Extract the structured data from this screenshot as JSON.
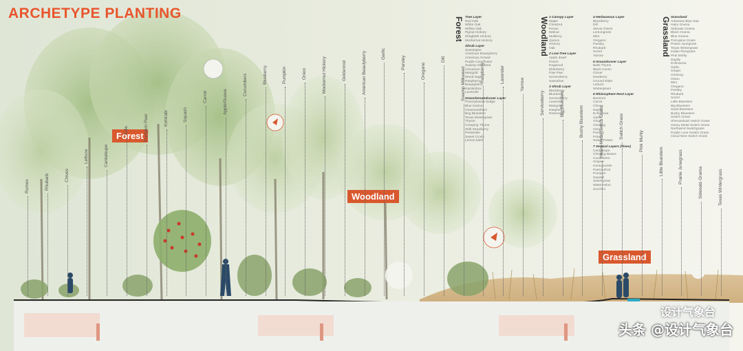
{
  "title": "ARCHETYPE PLANTING",
  "zones": {
    "forest": "Forest",
    "woodland": "Woodland",
    "grassland": "Grassland"
  },
  "plant_labels": [
    "Rumex",
    "Rhubarb",
    "Chives",
    "Lettuce",
    "Cantaloupe",
    "Kale",
    "Pumpkin Pear",
    "Kohlrabi",
    "Squash",
    "Carrot",
    "Apple/Guava",
    "Cucumbers",
    "Blueberry",
    "Pumpkin",
    "Onion",
    "Mockernut Hickory",
    "Goldenrod",
    "American Beautyberry",
    "Garlic",
    "Parsley",
    "Oregano",
    "Dill",
    "Swamp Milkweed",
    "Raspberry",
    "Lavender",
    "Yarrow",
    "Serviceberry",
    "Big Bluestem",
    "Bushy Bluestem",
    "Heavy Metal Switch Grass",
    "Switch Grass",
    "Pink Muhly",
    "Little Bluestem",
    "Prairie Junegrass",
    "Sideoats Grama",
    "Texas Wintergrass"
  ],
  "legend": {
    "forest": {
      "title": "Forest",
      "tree_layer_title": "Tree Layer",
      "tree_layer": [
        "Red Oak",
        "White Oak",
        "Willow Oak",
        "Pignut Hickory",
        "Shagbark Hickory",
        "Mockernut Hickory"
      ],
      "shrub_layer_title": "Shrub Layer",
      "shrub_layer": [
        "Sweetspire",
        "American beautyberry",
        "American Arrowd",
        "Purple Coneflower",
        "Swamp milkweed",
        "Cinnamon",
        "Marigold",
        "Wood sage",
        "Raspberry",
        "Beautyberry",
        "Gardenbox",
        "Lavender"
      ],
      "ground_title": "Grass/Groundcover Layer",
      "ground": [
        "Pennsylvania Sedge",
        "Blue Grama",
        "Chasmanthium",
        "Bog Bluestem",
        "Texas Wintergrass",
        "Thyme",
        "Creeping Thyme",
        "Wild Strawberry",
        "Periwinkle",
        "Sweet Cicely",
        "Lemon balm"
      ]
    },
    "woodland": {
      "title": "Woodland",
      "canopy_title": "1 Canopy Layer",
      "canopy": [
        "Maple",
        "Chestnut",
        "Pecan",
        "Walnut",
        "Mulberry",
        "Quince",
        "Hickory",
        "Oak"
      ],
      "lowtree_title": "2 Low-Tree Layer",
      "lowtree": [
        "Apple dwarf",
        "Peach",
        "Dogwood",
        "Elderberry",
        "Paw Paw",
        "Serviceberry",
        "Sassafras"
      ],
      "shrub_title": "3 Shrub Layer",
      "shrub": [
        "Blackberry",
        "Blueberry",
        "Serviceberry",
        "Lavender",
        "Marigold",
        "Raspberry",
        "Rosemary"
      ],
      "herb_title": "4 Herbaceous Layer",
      "herb": [
        "Blackberry",
        "Dill",
        "Stevia chives",
        "Lemongrass",
        "Mint",
        "Oregano",
        "Parsley",
        "Rhubarb",
        "Sorrel",
        "Yarrow"
      ],
      "groundcover_title": "5 Groundcover Layer",
      "groundcover": [
        "Basil Thyme",
        "Black Cumin",
        "Clover",
        "Dewberry",
        "Ground Elder",
        "Lettuce",
        "Wintergreen"
      ],
      "root_title": "6 Rhizosphere Root Layer",
      "root": [
        "Beetroot",
        "Carrot",
        "Chives",
        "Daylily",
        "Echinacea",
        "Garlic",
        "Ginger",
        "Ginseng",
        "Onion",
        "Parsley",
        "Potato",
        "Sweet Potato"
      ],
      "vertical_title": "7 Vertical Layers (Vines)",
      "vertical": [
        "Cantaloupe",
        "Climbing Beans",
        "Cucumbers",
        "Grapes",
        "Honeysuckle",
        "Passionfruit",
        "Pumpkin",
        "Squash",
        "Sweet peas",
        "Watermelon",
        "Zucchini"
      ]
    },
    "grassland": {
      "title": "Grassland",
      "head": "Grassland",
      "items": [
        "Arkansas Blue Star",
        "Hairy Grama",
        "Sideoats Grama",
        "Black Grama",
        "Blue Grama",
        "Porcupine Grass",
        "Prairie Junegrass",
        "Texas Wintergrass",
        "Indian Ricegrass",
        "Pink Muhly",
        "Daylily",
        "Echinacea",
        "Garlic",
        "Ginger",
        "Ginseng",
        "Onion",
        "Mint",
        "Oregano",
        "Parsley",
        "Rhubarb",
        "Sorrel",
        "Little Bluestem",
        "Big Bluestem",
        "Sand Bluestem",
        "Bushy Bluestem",
        "Switch Grass",
        "Shenandoah Switch Grass",
        "Heavy Metal Switch Grass",
        "Northwind Switchgrass",
        "Purple Love Switch Grass",
        "Cloud Nine Switch Grass"
      ]
    }
  },
  "watermark_1": "设计气象台",
  "watermark_2": "头条 @设计气象台",
  "colors": {
    "accent": "#d9582e",
    "title": "#e8552d",
    "water": "#2aa9c6"
  }
}
